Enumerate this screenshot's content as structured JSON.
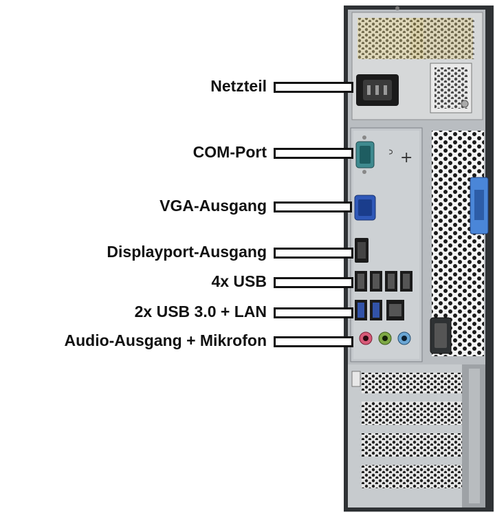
{
  "labels": [
    {
      "id": "psu",
      "text": "Netzteil"
    },
    {
      "id": "com",
      "text": "COM-Port"
    },
    {
      "id": "vga",
      "text": "VGA-Ausgang"
    },
    {
      "id": "dp",
      "text": "Displayport-Ausgang"
    },
    {
      "id": "usb",
      "text": "4x USB"
    },
    {
      "id": "usb3",
      "text": "2x USB 3.0 + LAN"
    },
    {
      "id": "audio",
      "text": "Audio-Ausgang + Mikrofon"
    }
  ],
  "colors": {
    "case": "#c9cdd0",
    "case_dark": "#3a3d40",
    "serial": "#3f8a8f",
    "vga": "#2f58b8",
    "latch": "#4a86d8",
    "audio_mic": "#d75a78",
    "audio_out": "#7ea845",
    "audio_in": "#6aa6d4"
  }
}
